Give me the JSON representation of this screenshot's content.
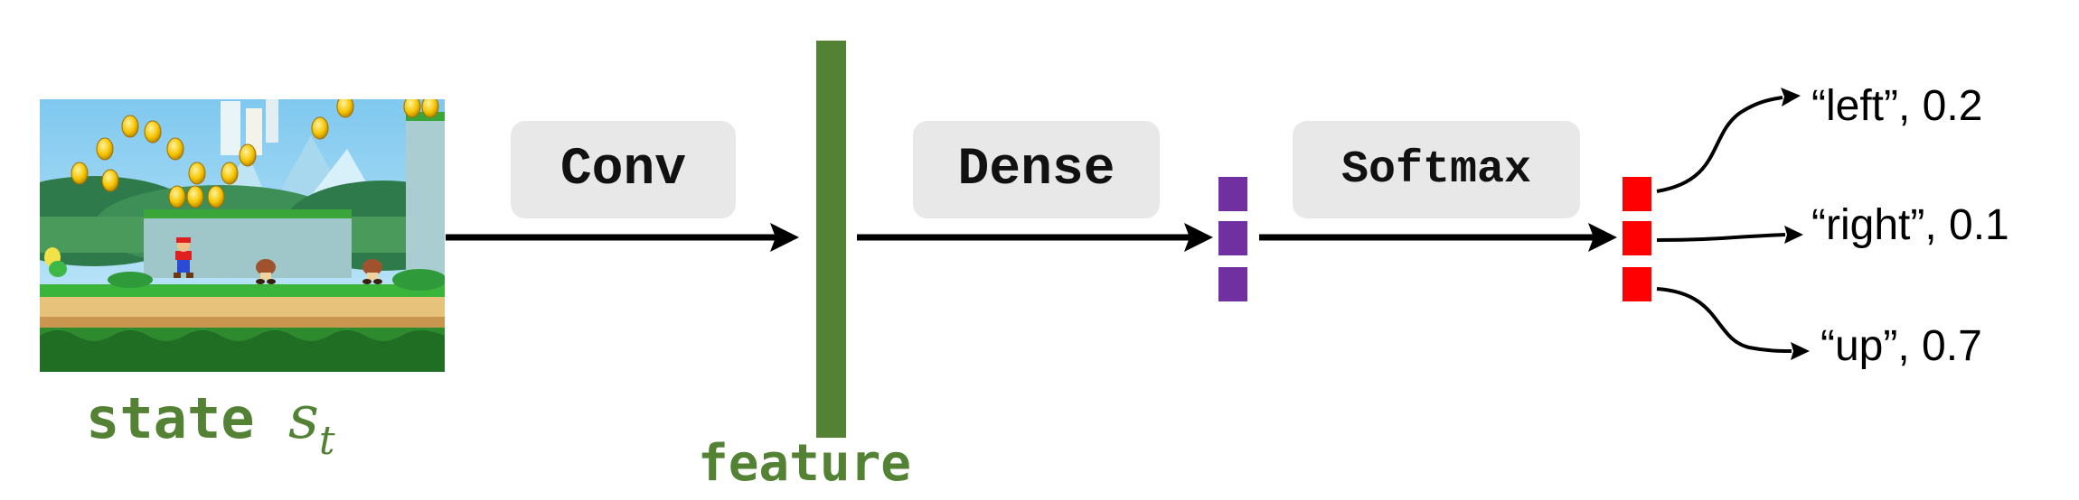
{
  "diagram": {
    "state": {
      "label_word": "state",
      "label_symbol": "s",
      "label_subscript": "t"
    },
    "feature": {
      "label": "feature"
    },
    "operations": {
      "conv": "Conv",
      "dense": "Dense",
      "softmax": "Softmax"
    },
    "actions": [
      {
        "name": "“left”",
        "prob": "0.2"
      },
      {
        "name": "“right”",
        "prob": "0.1"
      },
      {
        "name": "“up”",
        "prob": "0.7"
      }
    ],
    "colors": {
      "feature_green": "#548235",
      "dense_purple": "#7030a0",
      "softmax_red": "#ff0000",
      "box_gray": "#e8e8e8"
    }
  }
}
